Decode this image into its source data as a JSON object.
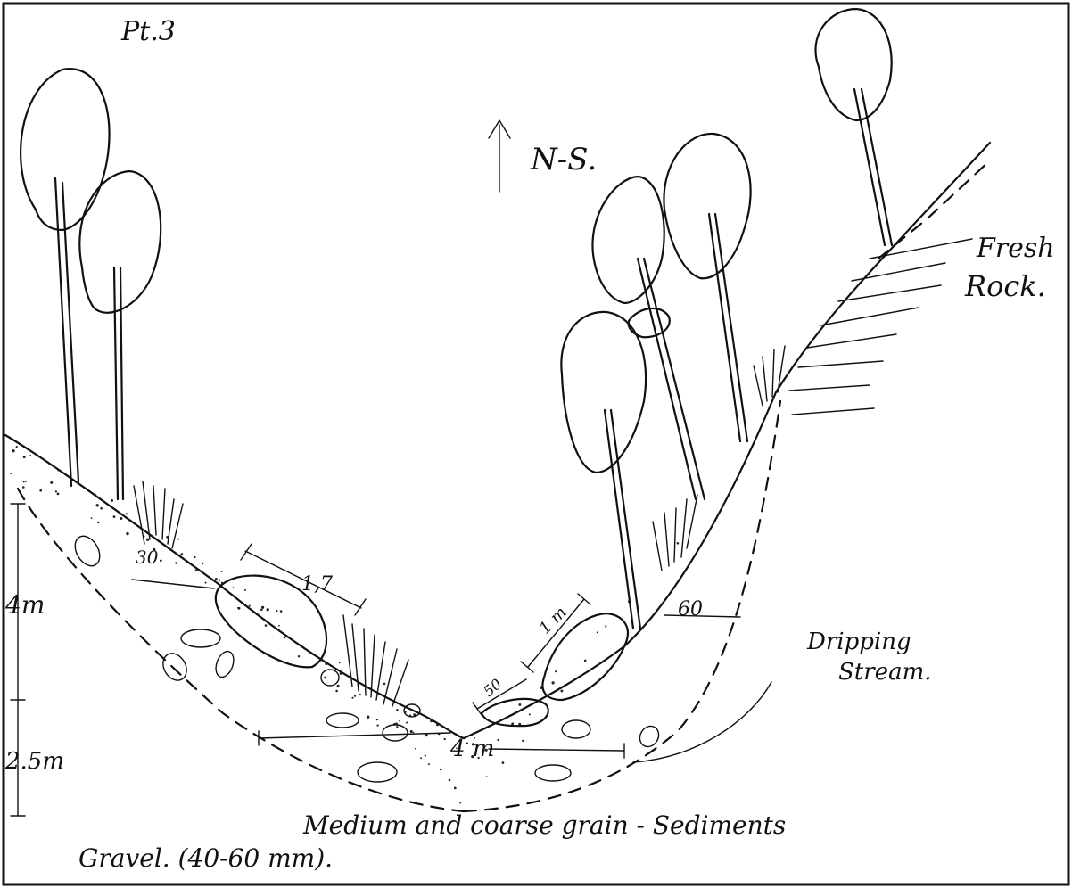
{
  "labels": {
    "point": "Pt.3",
    "north": "N-S.",
    "fresh_rock_line1": "Fresh",
    "fresh_rock_line2": "Rock.",
    "dripping_line1": "Dripping",
    "dripping_line2": "Stream.",
    "depth_upper": "4m",
    "depth_lower": "2.5m",
    "angle_left": "30",
    "angle_right": "60",
    "boulder_left": "1,7",
    "boulder_right_len": "1 m",
    "boulder_right_small": "50",
    "channel_width": "4 m",
    "sediments": "Medium and coarse grain - Sediments",
    "gravel": "Gravel. (40-60 mm)."
  },
  "colors": {
    "ink": "#111111",
    "paper": "#ffffff"
  }
}
